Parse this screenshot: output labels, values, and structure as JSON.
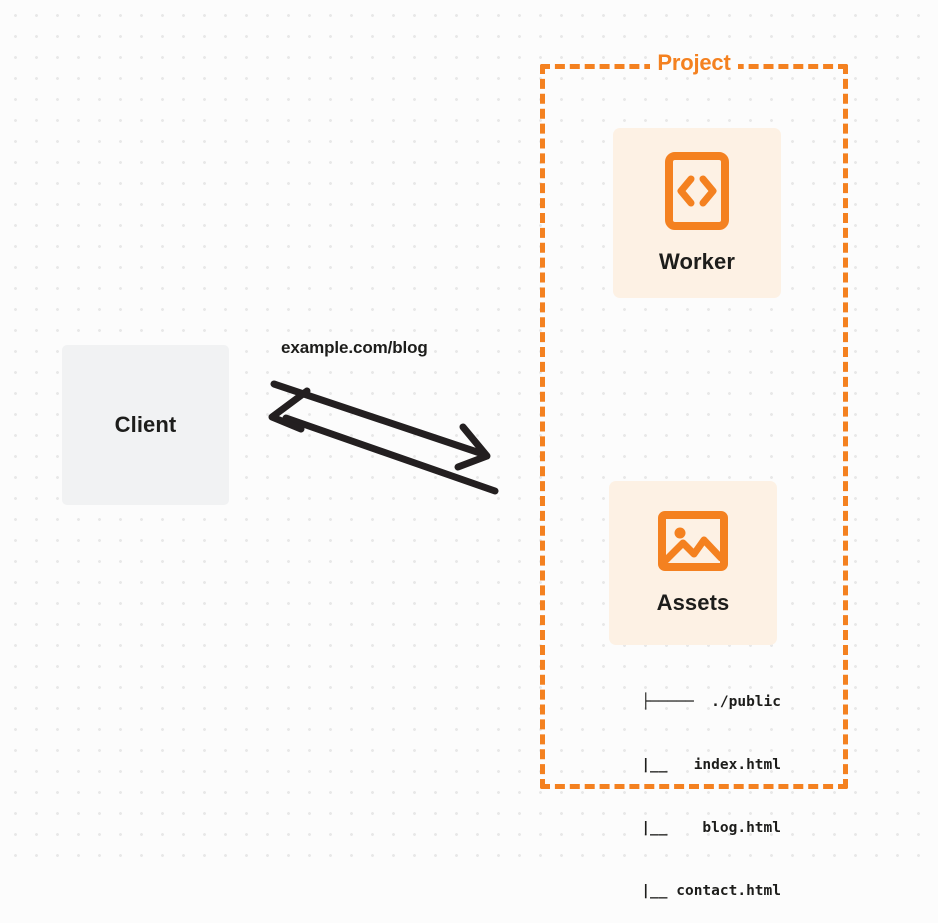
{
  "diagram": {
    "background": "dot-grid",
    "colors": {
      "accent_orange": "#f48120",
      "card_background": "#fdf1e4",
      "client_background": "#f1f2f3",
      "text_dark": "#1d1d1b",
      "page_background": "#fcfcfc"
    }
  },
  "client": {
    "label": "Client",
    "icon": "client-box-icon"
  },
  "connection": {
    "label": "example.com/blog",
    "request_direction": "client-to-project",
    "response_direction": "project-to-client",
    "arrow_forward_icon": "arrow-right-icon",
    "arrow_back_icon": "arrow-left-icon"
  },
  "project": {
    "title": "Project",
    "border_style": "dashed",
    "nodes": [
      {
        "id": "worker",
        "label": "Worker",
        "icon": "code-brackets-icon"
      },
      {
        "id": "assets",
        "label": "Assets",
        "icon": "image-picture-icon"
      }
    ]
  },
  "file_tree": {
    "rows": [
      {
        "branch": "├─────",
        "name": "./public"
      },
      {
        "branch": "|__",
        "name": "index.html"
      },
      {
        "branch": "|__",
        "name": "blog.html"
      },
      {
        "branch": "|__",
        "name": "contact.html"
      }
    ],
    "lines": [
      "├─────  ./public",
      "   |__   index.html",
      "   |__    blog.html",
      "   |__ contact.html"
    ]
  }
}
